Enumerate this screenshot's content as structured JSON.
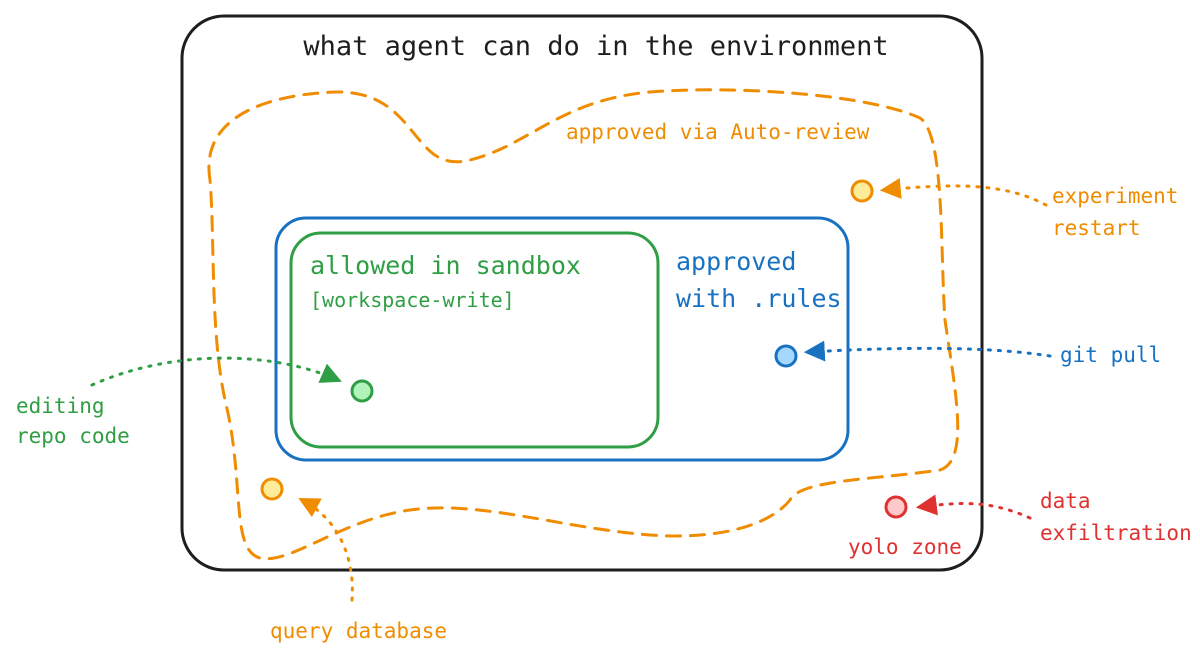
{
  "colors": {
    "ink": "#1e1e1e",
    "orange": "#f08c00",
    "green": "#2f9e44",
    "blue": "#1971c2",
    "red": "#e03131",
    "orange_fill": "#ffec99",
    "green_fill": "#b2f2bb",
    "blue_fill": "#a5d8ff",
    "red_fill": "#ffc9c9"
  },
  "diagram": {
    "title": "what agent can do in the environment",
    "auto_review_label": "approved via Auto-review",
    "rules": {
      "line1": "approved",
      "line2": "with .rules"
    },
    "sandbox": {
      "line1": "allowed in sandbox",
      "line2": "[workspace-write]"
    },
    "yolo_label": "yolo zone",
    "callouts": {
      "experiment": {
        "line1": "experiment",
        "line2": "restart"
      },
      "git_pull": "git pull",
      "editing": {
        "line1": "editing",
        "line2": "repo code"
      },
      "query": "query database",
      "exfiltration": {
        "line1": "data",
        "line2": "exfiltration"
      }
    }
  }
}
